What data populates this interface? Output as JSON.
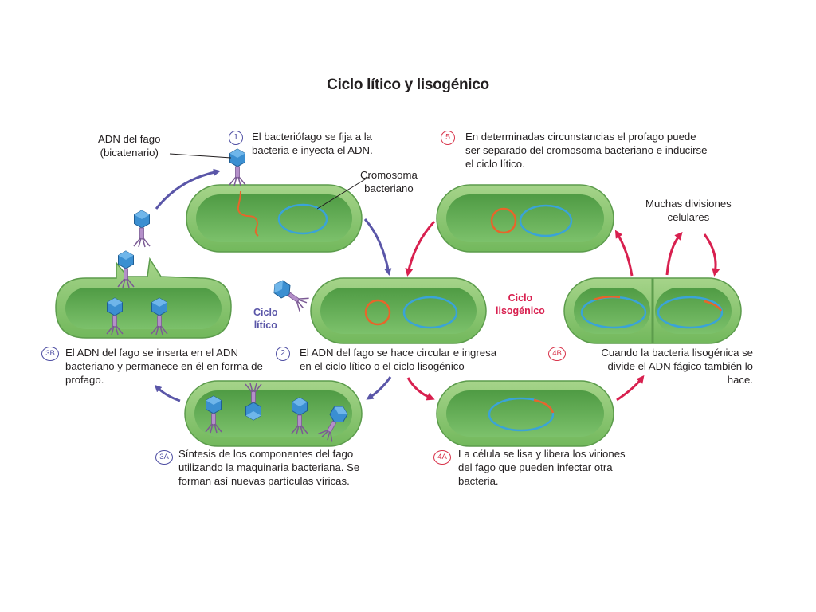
{
  "title": "Ciclo lítico y lisogénico",
  "labels": {
    "phage_dna": "ADN del fago\n(bicatenario)",
    "bacterial_chromosome": "Cromosoma\nbacteriano",
    "many_divisions": "Muchas divisiones\ncelulares",
    "lytic_cycle": "Ciclo\nlítico",
    "lysogenic_cycle": "Ciclo\nlisogénico"
  },
  "steps": [
    {
      "id": "1",
      "text": "El bacteriófago se fija a la\nbacteria e inyecta el ADN."
    },
    {
      "id": "2",
      "text": "El ADN del fago se hace circular e ingresa\nen el ciclo lítico o el ciclo lisogénico"
    },
    {
      "id": "3A",
      "text": "Síntesis de los componentes del fago\nutilizando la maquinaria bacteriana. Se\nforman así nuevas partículas víricas."
    },
    {
      "id": "4A",
      "text": "La célula se lisa y libera los viriones\ndel fago que pueden infectar otra\nbacteria."
    },
    {
      "id": "3B",
      "text": "El ADN del fago se inserta en el ADN\nbacteriano y permanece en él en forma de\nprofago."
    },
    {
      "id": "4B",
      "text": "Cuando la bacteria lisogénica se\ndivide el ADN fágico también lo\nhace."
    },
    {
      "id": "5",
      "text": "En determinadas circunstancias el profago puede\nser separado del cromosoma bacteriano e inducirse\nel ciclo lítico."
    }
  ],
  "colors": {
    "lytic": "#5a56a8",
    "lysogenic": "#d8204f",
    "cell_outer": "#8cc46e",
    "cell_inner": "#63ad55",
    "chromosome": "#3aa3d8",
    "phage_dna": "#e8652a",
    "phage_head": "#3b8fd1",
    "phage_tail": "#a37cb8"
  },
  "icons": [
    "phage-icon",
    "arrow-icon"
  ]
}
